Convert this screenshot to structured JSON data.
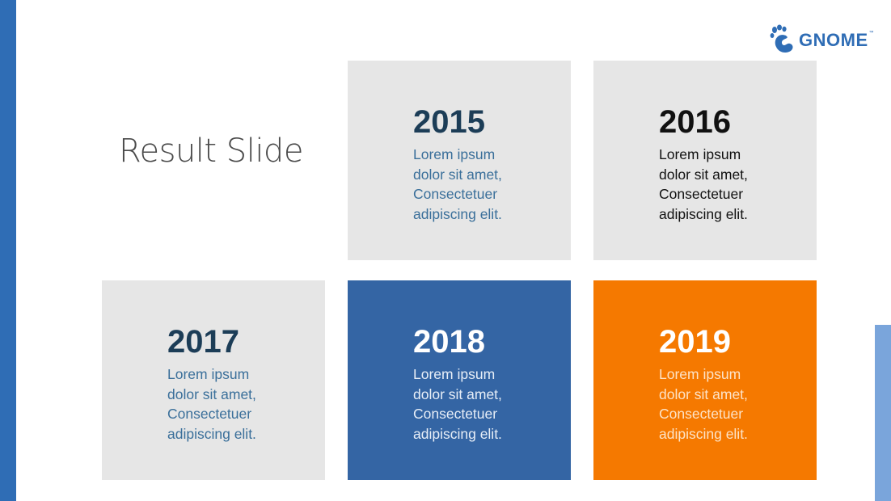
{
  "slide": {
    "title": "Result Slide",
    "logo": {
      "text": "GNOME",
      "trademark": "™",
      "icon": "gnome-foot-icon",
      "color": "#2f6db5"
    },
    "colors": {
      "left_bar": "#2f6db5",
      "right_accent": "#7aa5db",
      "card_gray": "#e6e6e6",
      "card_blue": "#3465a4",
      "card_orange": "#f57900"
    }
  },
  "cards": [
    {
      "year": "2015",
      "text": "Lorem ipsum\ndolor sit amet,\nConsectetuer\nadipiscing elit.",
      "style": "gray"
    },
    {
      "year": "2016",
      "text": "Lorem ipsum\ndolor sit amet,\nConsectetuer\nadipiscing elit.",
      "style": "gray"
    },
    {
      "year": "2017",
      "text": "Lorem ipsum\ndolor sit amet,\nConsectetuer\nadipiscing elit.",
      "style": "gray"
    },
    {
      "year": "2018",
      "text": "Lorem ipsum\ndolor sit amet,\nConsectetuer\nadipiscing elit.",
      "style": "blue"
    },
    {
      "year": "2019",
      "text": "Lorem ipsum\ndolor sit amet,\nConsectetuer\nadipiscing elit.",
      "style": "orange"
    }
  ]
}
